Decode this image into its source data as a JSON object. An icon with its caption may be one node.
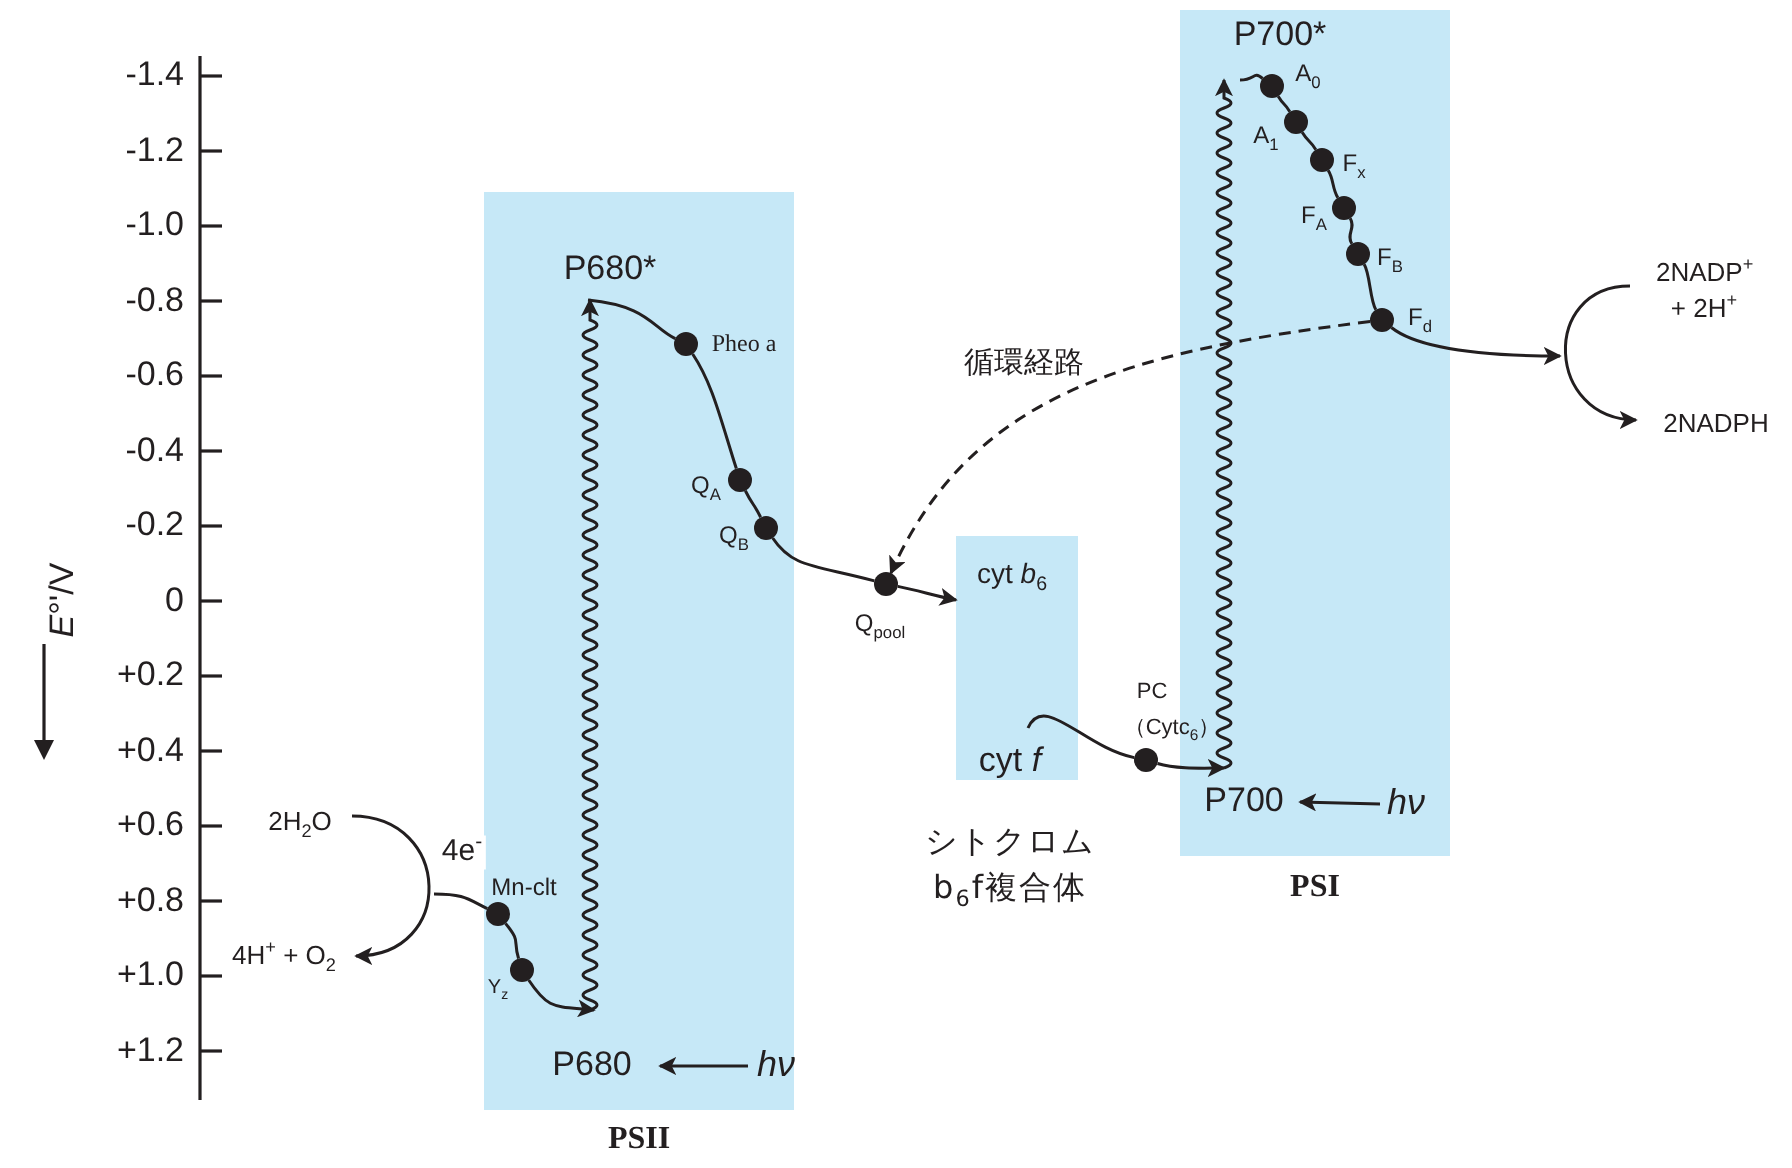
{
  "diagram": {
    "nodes": [
      {
        "text": [
          "PSII"
        ]
      },
      {
        "text": [
          "P680*"
        ],
        "in": 0
      },
      {
        "text": [],
        "shape": "circle",
        "in": 0,
        "beside": [
          "Pheo a"
        ]
      },
      {
        "text": [],
        "shape": "circle",
        "in": 0,
        "beside": [
          "Q$_{A}$"
        ]
      },
      {
        "text": [],
        "shape": "circle",
        "in": 0,
        "beside": [
          "Q$_{B}$"
        ]
      },
      {
        "text": [],
        "shape": "circle",
        "in": 0,
        "beside": [
          "Mn-clt"
        ]
      },
      {
        "text": [],
        "shape": "circle",
        "in": 0,
        "beside": [
          "Y$_{z}$"
        ]
      },
      {
        "text": [
          "P680"
        ],
        "in": 0
      },
      {
        "text": [],
        "shape": "circle",
        "beside": [
          "Q$_{pool}$"
        ]
      },
      {
        "text": [
          "シトクロムb$_{6}$f複合体"
        ]
      },
      {
        "text": [
          "cyt *b*$_{6}$"
        ],
        "in": 9
      },
      {
        "text": [
          "cyt *f*"
        ],
        "in": 9
      },
      {
        "text": [],
        "shape": "circle",
        "beside": [
          "PC",
          "（Cytc$_{6}$）"
        ]
      },
      {
        "text": [
          "PSI"
        ]
      },
      {
        "text": [
          "P700"
        ],
        "in": 13
      },
      {
        "text": [
          "P700*"
        ],
        "in": 13
      },
      {
        "text": [],
        "shape": "circle",
        "in": 13,
        "beside": [
          "A$_{0}$"
        ]
      },
      {
        "text": [],
        "shape": "circle",
        "in": 13,
        "beside": [
          "A$_{1}$"
        ]
      },
      {
        "text": [],
        "shape": "circle",
        "in": 13,
        "beside": [
          "F$_{x}$"
        ]
      },
      {
        "text": [],
        "shape": "circle",
        "in": 13,
        "beside": [
          "F$_{A}$"
        ]
      },
      {
        "text": [],
        "shape": "circle",
        "in": 13,
        "beside": [
          "F$_{B}$"
        ]
      },
      {
        "text": [],
        "shape": "circle",
        "in": 13,
        "beside": [
          "F$_{d}$"
        ]
      },
      {
        "text": [
          "2NADP$^{+}$ + 2H$^{+}$"
        ]
      },
      {
        "text": [
          "2NADPH"
        ]
      },
      {
        "text": [
          "2H$_{2}$O"
        ]
      },
      {
        "text": [
          "4H$^{+}$ + O$_{2}$"
        ]
      },
      {
        "text": [
          "hν"
        ],
        "in": 0
      },
      {
        "text": [
          "hν"
        ],
        "in": 13
      }
    ],
    "edges": [
      {
        "from": 24,
        "to": 25,
        "arrow": "to"
      },
      {
        "from": null,
        "to": 5,
        "arrow": "none",
        "label": "4e$^{-}$"
      },
      {
        "from": 5,
        "to": 6,
        "arrow": "none"
      },
      {
        "from": 6,
        "to": 7,
        "arrow": "to"
      },
      {
        "from": 7,
        "to": 1,
        "arrow": "to"
      },
      {
        "from": 1,
        "to": 2,
        "arrow": "none"
      },
      {
        "from": 2,
        "to": 3,
        "arrow": "none"
      },
      {
        "from": 3,
        "to": 4,
        "arrow": "none"
      },
      {
        "from": 4,
        "to": 8,
        "arrow": "none"
      },
      {
        "from": 8,
        "to": 10,
        "arrow": "to"
      },
      {
        "from": 21,
        "to": 8,
        "arrow": "to",
        "style": "dashed",
        "label": "循環経路"
      },
      {
        "from": 11,
        "to": 12,
        "arrow": "none"
      },
      {
        "from": 12,
        "to": 14,
        "arrow": "to"
      },
      {
        "from": 14,
        "to": 15,
        "arrow": "to"
      },
      {
        "from": 15,
        "to": 16,
        "arrow": "none"
      },
      {
        "from": 16,
        "to": 17,
        "arrow": "none"
      },
      {
        "from": 17,
        "to": 18,
        "arrow": "none"
      },
      {
        "from": 18,
        "to": 19,
        "arrow": "none"
      },
      {
        "from": 19,
        "to": 20,
        "arrow": "none"
      },
      {
        "from": 20,
        "to": 21,
        "arrow": "none"
      },
      {
        "from": 21,
        "to": null,
        "arrow": "to"
      },
      {
        "from": 22,
        "to": 23,
        "arrow": "to"
      },
      {
        "from": 26,
        "to": 7,
        "arrow": "to"
      },
      {
        "from": 27,
        "to": 14,
        "arrow": "to"
      }
    ],
    "labels": [
      "-1.4",
      "-1.2",
      "-1.0",
      "-0.8",
      "-0.6",
      "-0.4",
      "-0.2",
      "0",
      "+0.2",
      "+0.4",
      "+0.6",
      "+0.8",
      "+1.0",
      "+1.2",
      "*E*°'/V"
    ]
  }
}
